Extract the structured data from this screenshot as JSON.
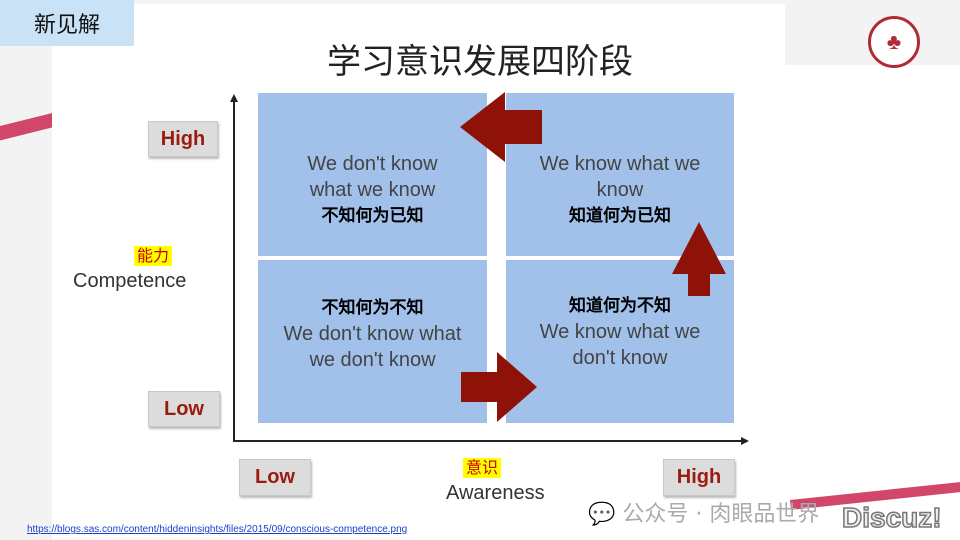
{
  "tag": "新见解",
  "title": "学习意识发展四阶段",
  "quadrants": {
    "top_left": {
      "en": "We don't know what we know",
      "cn": "不知何为已知"
    },
    "top_right": {
      "en": "We know what we know",
      "cn": "知道何为已知"
    },
    "bottom_left": {
      "cn": "不知何为不知",
      "en": "We don't know what we don't know"
    },
    "bottom_right": {
      "cn": "知道何为不知",
      "en": "We know what we don't know"
    }
  },
  "y_axis": {
    "high": "High",
    "low": "Low",
    "label_cn": "能力",
    "label_en": "Competence"
  },
  "x_axis": {
    "low": "Low",
    "high": "High",
    "label_cn": "意识",
    "label_en": "Awareness"
  },
  "source_link": "https://blogs.sas.com/content/hiddeninsights/files/2015/09/conscious-competence.png",
  "watermark": "公众号 · 肉眼品世界",
  "watermark2": "Discuz!",
  "colors": {
    "quadrant": "#a1c1eb",
    "arrow": "#8e1208",
    "accent": "#d0476a"
  }
}
